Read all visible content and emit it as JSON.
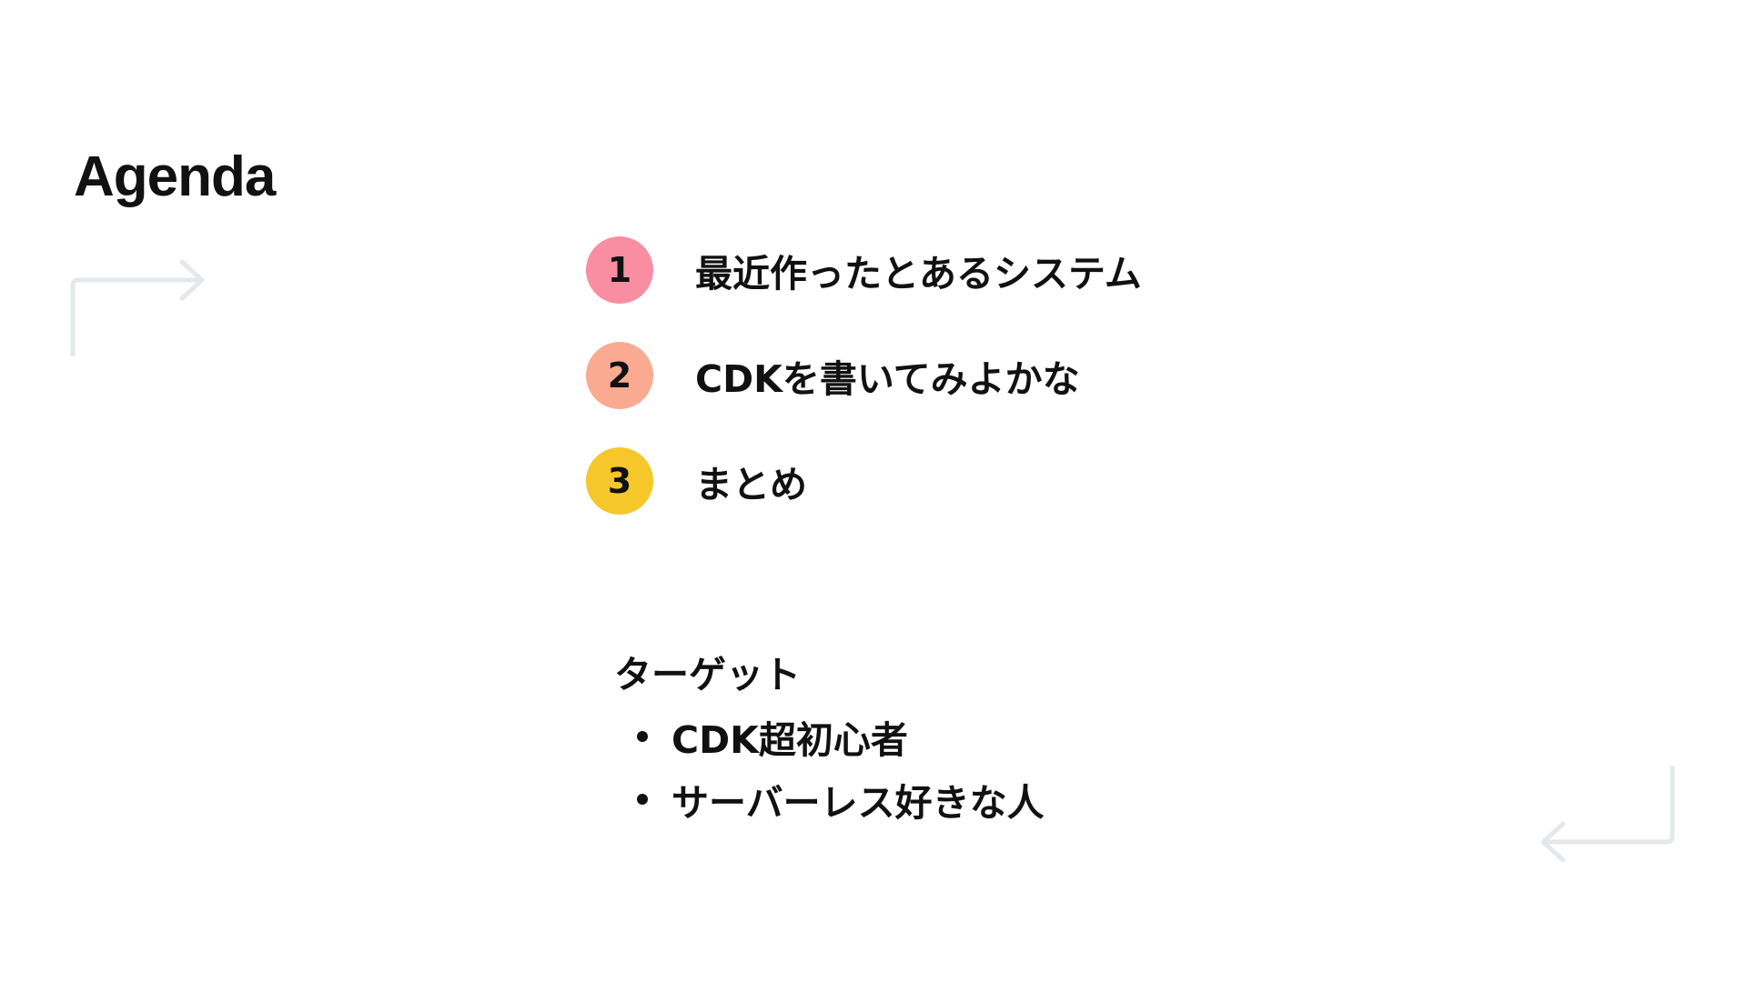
{
  "slide": {
    "title": "Agenda"
  },
  "agenda": {
    "items": [
      {
        "number": "1",
        "label": "最近作ったとあるシステム",
        "color": "#f98ea2"
      },
      {
        "number": "2",
        "label": "CDKを書いてみよかな",
        "color": "#fbaa92"
      },
      {
        "number": "3",
        "label": "まとめ",
        "color": "#f5c72a"
      }
    ]
  },
  "target": {
    "heading": "ターゲット",
    "items": [
      "CDK超初心者",
      "サーバーレス好きな人"
    ]
  },
  "decorations": {
    "top_left": "corner-arrow-right-icon",
    "bottom_right": "corner-arrow-left-icon",
    "color": "#e5e8ea"
  }
}
